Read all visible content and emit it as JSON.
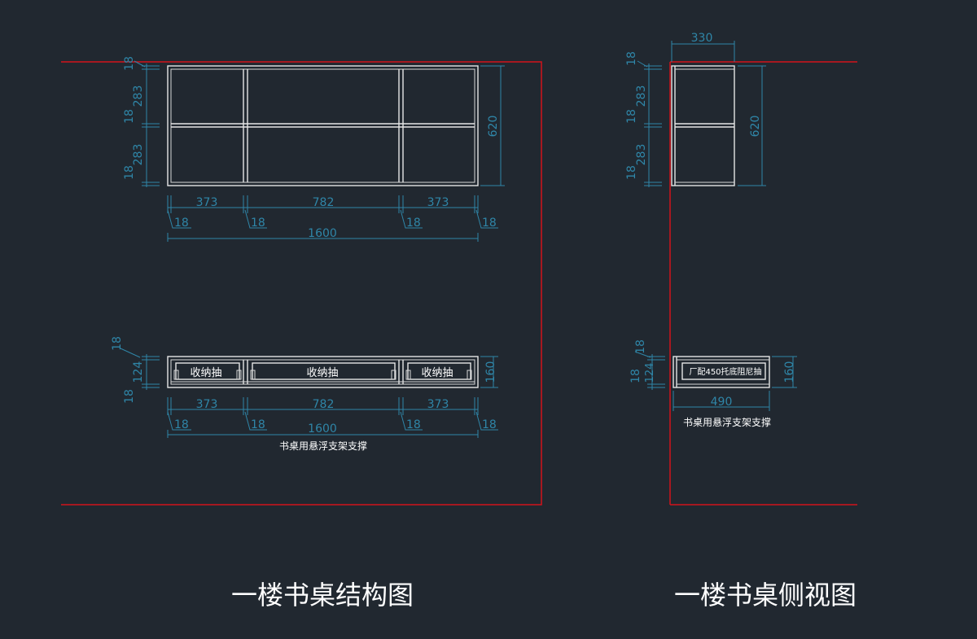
{
  "titles": {
    "structure": "一楼书桌结构图",
    "side": "一楼书桌侧视图"
  },
  "notes": {
    "front_support": "书桌用悬浮支架支撑",
    "side_support": "书桌用悬浮支架支撑"
  },
  "drawers": {
    "front_labels": [
      "收纳抽",
      "收纳抽",
      "收纳抽"
    ],
    "side_label": "厂配450托底阻尼抽"
  },
  "dims": {
    "upper_front": {
      "left_18_top": "18",
      "left_283_top": "283",
      "left_18_mid": "18",
      "left_283_bottom": "283",
      "left_18_bottom": "18",
      "right_total": "620",
      "bay_widths": [
        "373",
        "782",
        "373"
      ],
      "panel_thicknesses": [
        "18",
        "18",
        "18",
        "18"
      ],
      "total_width": "1600"
    },
    "upper_side": {
      "depth": "330",
      "left_18_top": "18",
      "left_283_top": "283",
      "left_18_mid": "18",
      "left_283_bottom": "283",
      "left_18_bottom": "18",
      "right_total": "620"
    },
    "lower_front": {
      "left_18_top": "18",
      "left_124": "124",
      "left_18_bottom": "18",
      "right_total": "160",
      "bay_widths": [
        "373",
        "782",
        "373"
      ],
      "panel_thicknesses": [
        "18",
        "18",
        "18",
        "18"
      ],
      "total_width": "1600"
    },
    "lower_side": {
      "left_18_top": "18",
      "left_124": "124",
      "left_18_bottom": "18",
      "right_total": "160",
      "depth": "490"
    }
  },
  "colors": {
    "background": "#212830",
    "border": "#d2121b",
    "dimension": "#2f86a8",
    "outline": "#e6e6e6"
  }
}
